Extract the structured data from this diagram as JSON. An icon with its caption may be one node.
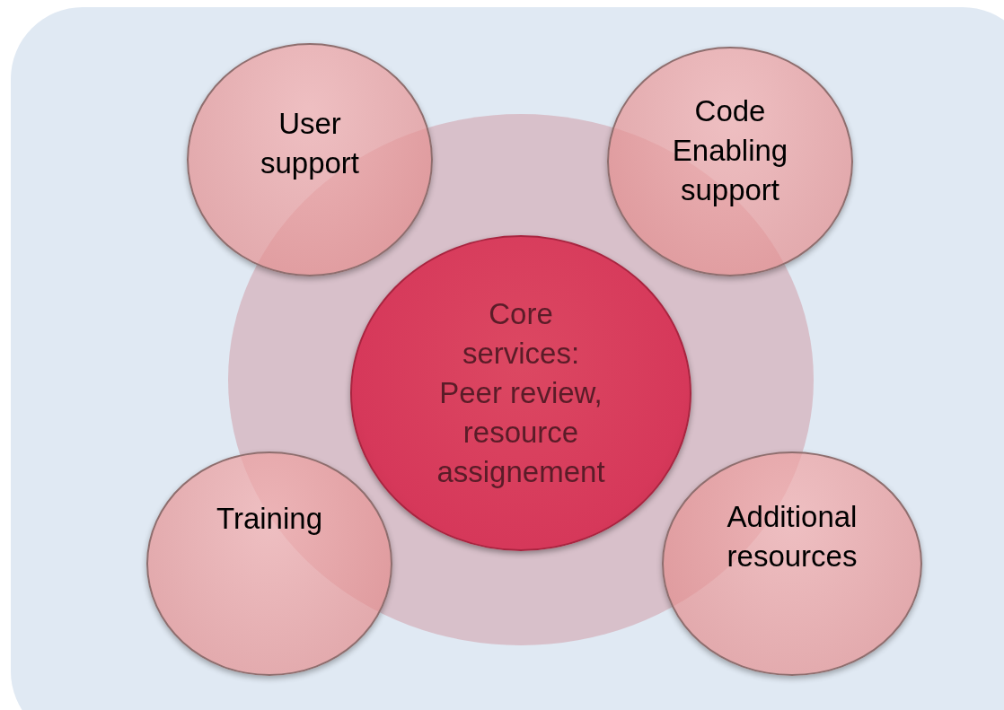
{
  "diagram": {
    "nodes": [
      {
        "text": [],
        "shape": "circle"
      },
      {
        "text": [
          "Core services: Peer review, resource assignement"
        ],
        "in": 0
      },
      {
        "text": [
          "User support"
        ]
      },
      {
        "text": [
          "Code Enabling support"
        ]
      },
      {
        "text": [
          "Training"
        ]
      },
      {
        "text": [
          "Additional resources"
        ]
      }
    ]
  }
}
